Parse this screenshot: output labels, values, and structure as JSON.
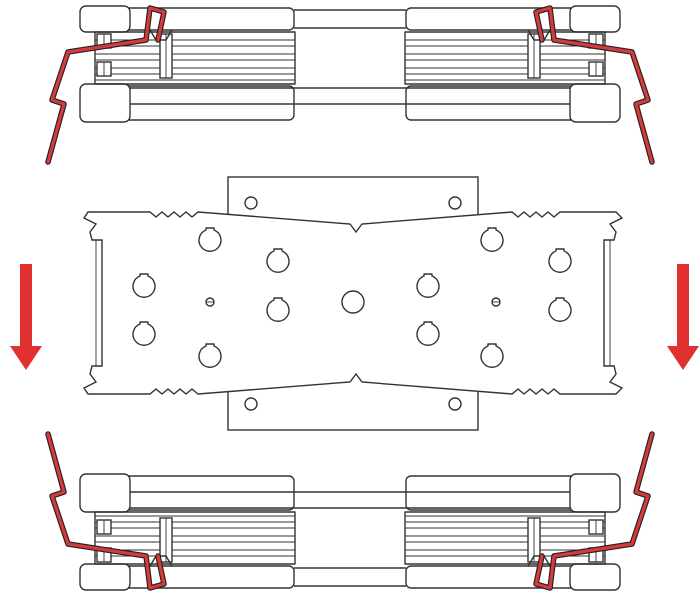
{
  "diagram": {
    "description_free": true,
    "colors": {
      "line": "#333333",
      "clip_wire": "#d63a3a",
      "arrow": "#e03030",
      "background": "#ffffff"
    },
    "components": [
      {
        "id": "top-clip-assembly-left",
        "icon": "heatsink-fin-clip"
      },
      {
        "id": "top-clip-assembly-right",
        "icon": "heatsink-fin-clip"
      },
      {
        "id": "mounting-bracket",
        "icon": "bracket-plate"
      },
      {
        "id": "bottom-clip-assembly-left",
        "icon": "heatsink-fin-clip"
      },
      {
        "id": "bottom-clip-assembly-right",
        "icon": "heatsink-fin-clip"
      },
      {
        "id": "arrow-left",
        "icon": "arrow-down-icon",
        "direction": "down"
      },
      {
        "id": "arrow-right",
        "icon": "arrow-down-icon",
        "direction": "down"
      }
    ]
  }
}
